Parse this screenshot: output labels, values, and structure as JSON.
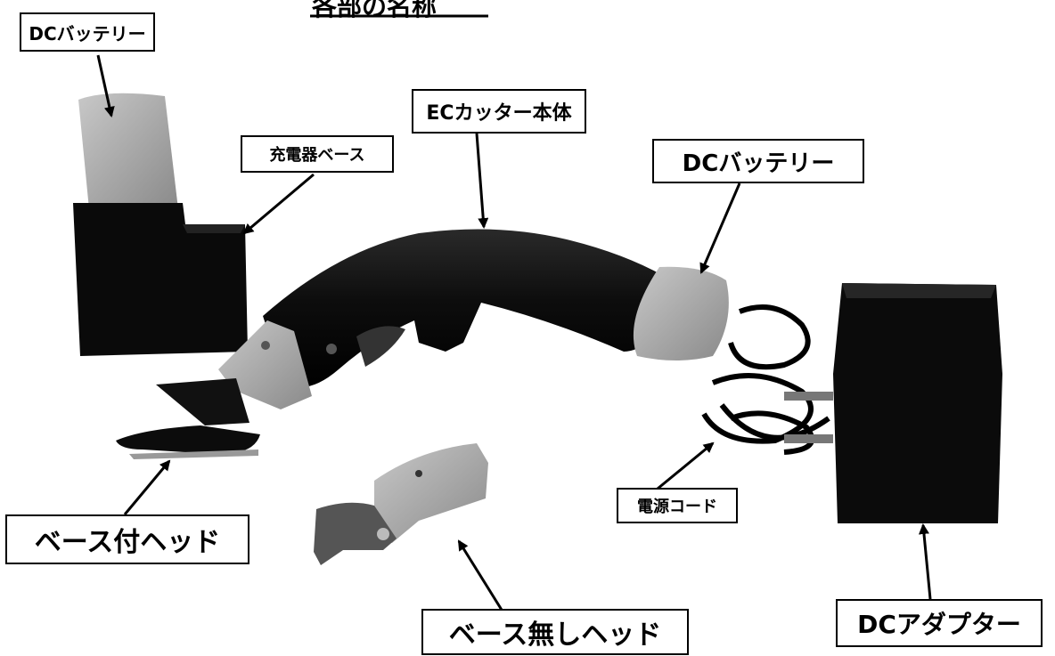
{
  "heading": "各部の名称",
  "labels": {
    "dc_battery_top": "DCバッテリー",
    "charger_base": "充電器ベース",
    "ec_cutter_body": "ECカッター本体",
    "dc_battery_right": "DCバッテリー",
    "head_with_base": "ベース付ヘッド",
    "head_without_base": "ベース無しヘッド",
    "power_cord": "電源コード",
    "dc_adapter": "DCアダプター"
  }
}
